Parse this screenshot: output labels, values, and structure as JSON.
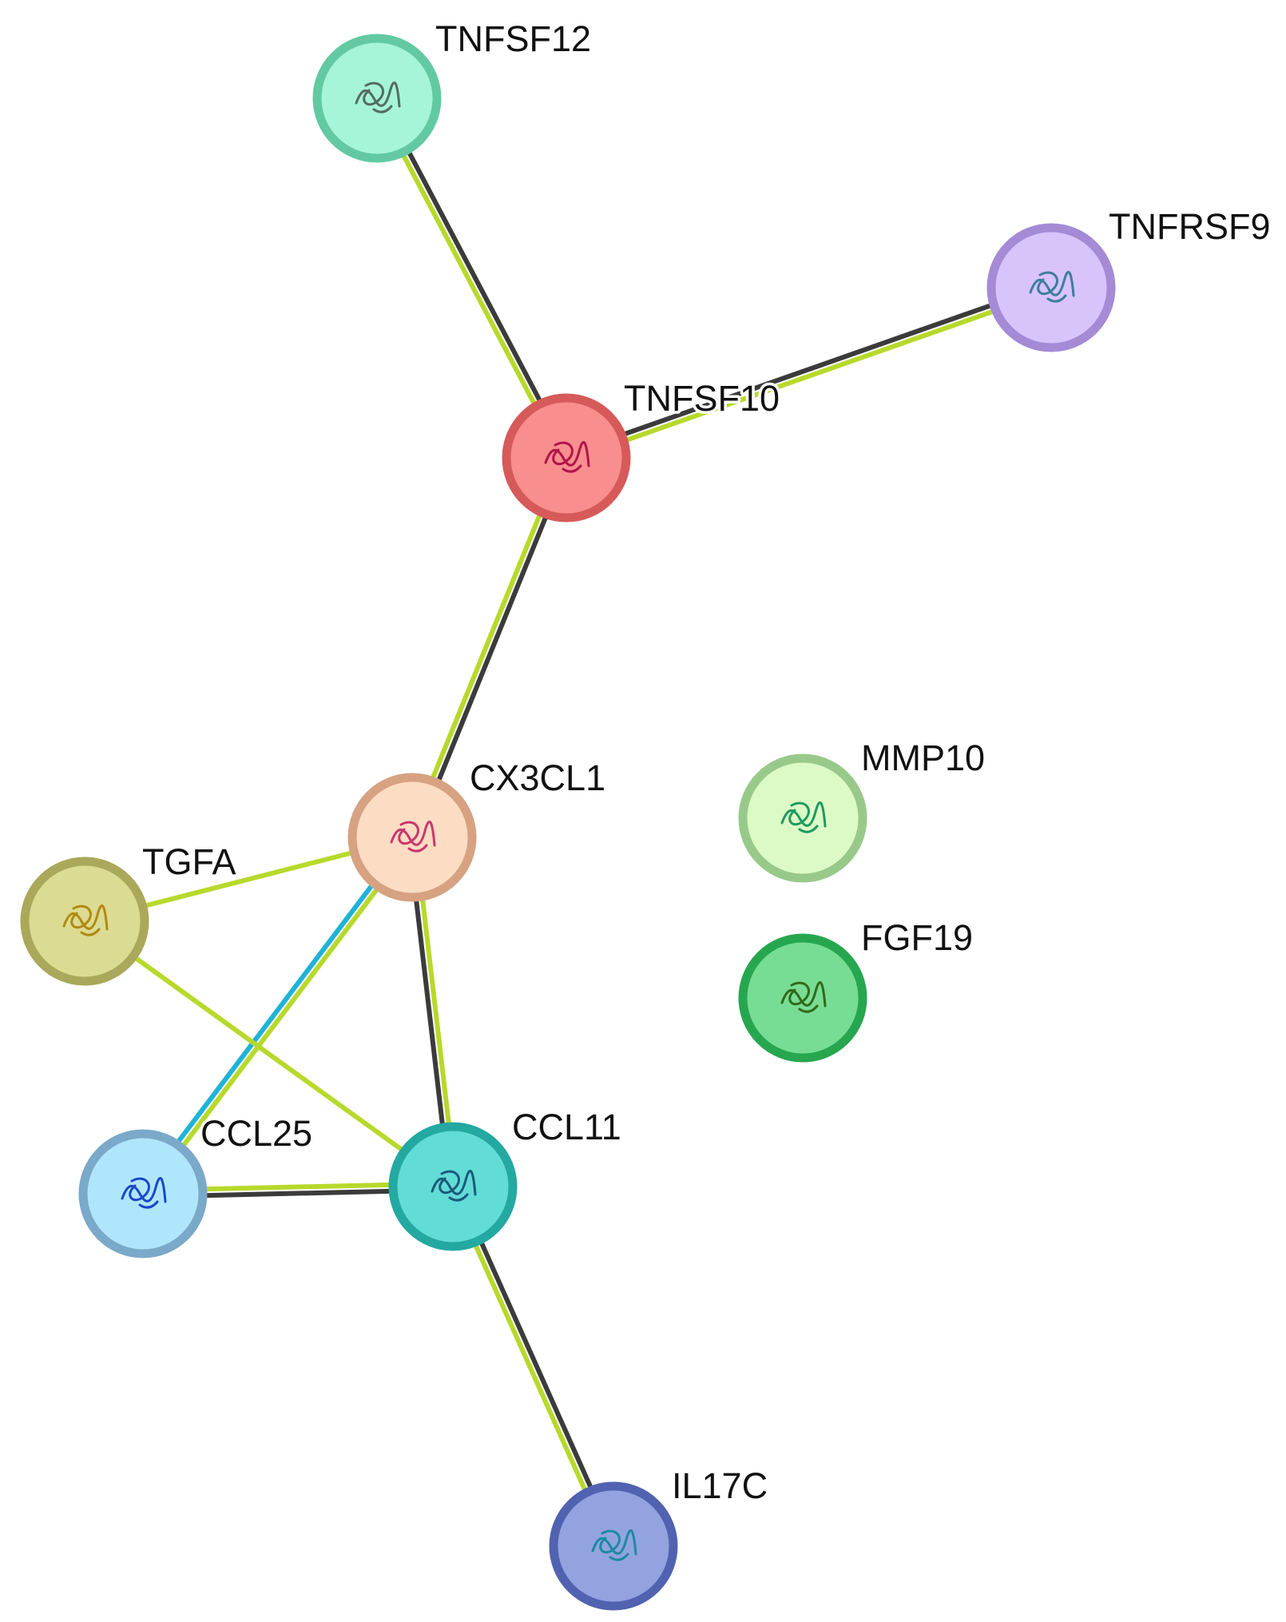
{
  "nodes": [
    {
      "id": "TNFSF12",
      "label": "TNFSF12",
      "fill": "#a6f5d8",
      "border": "#62c9a3",
      "glyph": "#556b63"
    },
    {
      "id": "TNFRSF9",
      "label": "TNFRSF9",
      "fill": "#d9c3fb",
      "border": "#a58ad6",
      "glyph": "#3d7f9a"
    },
    {
      "id": "TNFSF10",
      "label": "TNFSF10",
      "fill": "#f88e8e",
      "border": "#d65a5a",
      "glyph": "#b0144a"
    },
    {
      "id": "CX3CL1",
      "label": "CX3CL1",
      "fill": "#fcdcc3",
      "border": "#d6a282",
      "glyph": "#c9386e"
    },
    {
      "id": "TGFA",
      "label": "TGFA",
      "fill": "#dcdb93",
      "border": "#aaa85a",
      "glyph": "#b08a10"
    },
    {
      "id": "MMP10",
      "label": "MMP10",
      "fill": "#dcfac5",
      "border": "#98c98a",
      "glyph": "#1d9a62"
    },
    {
      "id": "FGF19",
      "label": "FGF19",
      "fill": "#78dd94",
      "border": "#27a650",
      "glyph": "#2f6a1a"
    },
    {
      "id": "CCL25",
      "label": "CCL25",
      "fill": "#b0e6fb",
      "border": "#7aa9c9",
      "glyph": "#1a48c8"
    },
    {
      "id": "CCL11",
      "label": "CCL11",
      "fill": "#62dcd6",
      "border": "#24a8a2",
      "glyph": "#1a5a7a"
    },
    {
      "id": "IL17C",
      "label": "IL17C",
      "fill": "#93a3e0",
      "border": "#5163b0",
      "glyph": "#1c8aa0"
    }
  ],
  "edges": [
    {
      "source": "TNFSF12",
      "target": "TNFSF10",
      "colors": [
        "#3b3b3b",
        "#b7d92c"
      ]
    },
    {
      "source": "TNFSF10",
      "target": "TNFRSF9",
      "colors": [
        "#3b3b3b",
        "#b7d92c"
      ]
    },
    {
      "source": "TNFSF10",
      "target": "CX3CL1",
      "colors": [
        "#3b3b3b",
        "#b7d92c"
      ]
    },
    {
      "source": "CX3CL1",
      "target": "TGFA",
      "colors": [
        "#b7d92c"
      ]
    },
    {
      "source": "CX3CL1",
      "target": "CCL25",
      "colors": [
        "#b7d92c",
        "#1fb3d6"
      ]
    },
    {
      "source": "CX3CL1",
      "target": "CCL11",
      "colors": [
        "#b7d92c",
        "#3b3b3b"
      ]
    },
    {
      "source": "TGFA",
      "target": "CCL11",
      "colors": [
        "#b7d92c"
      ]
    },
    {
      "source": "CCL25",
      "target": "CCL11",
      "colors": [
        "#b7d92c",
        "#3b3b3b"
      ]
    },
    {
      "source": "CCL11",
      "target": "IL17C",
      "colors": [
        "#3b3b3b",
        "#b7d92c"
      ]
    }
  ]
}
